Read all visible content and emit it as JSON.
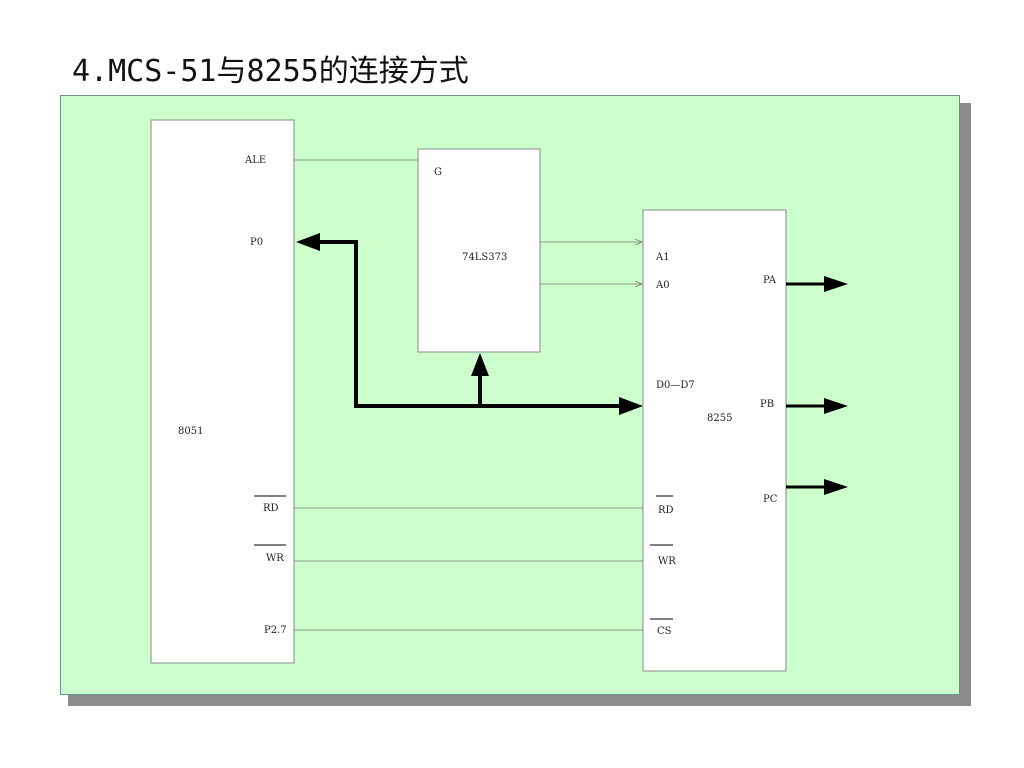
{
  "slide": {
    "title": "4.MCS-51与8255的连接方式"
  },
  "diagram": {
    "mcu": {
      "name": "8051",
      "pins": {
        "ale": "ALE",
        "p0": "P0",
        "rd": "RD",
        "wr": "WR",
        "p27": "P2.7"
      }
    },
    "latch": {
      "name": "74LS373",
      "pins": {
        "g": "G"
      }
    },
    "ppi": {
      "name": "8255",
      "pins": {
        "a1": "A1",
        "a0": "A0",
        "data": "D0—D7",
        "rd": "RD",
        "wr": "WR",
        "cs": "CS",
        "pa": "PA",
        "pb": "PB",
        "pc": "PC"
      }
    }
  }
}
